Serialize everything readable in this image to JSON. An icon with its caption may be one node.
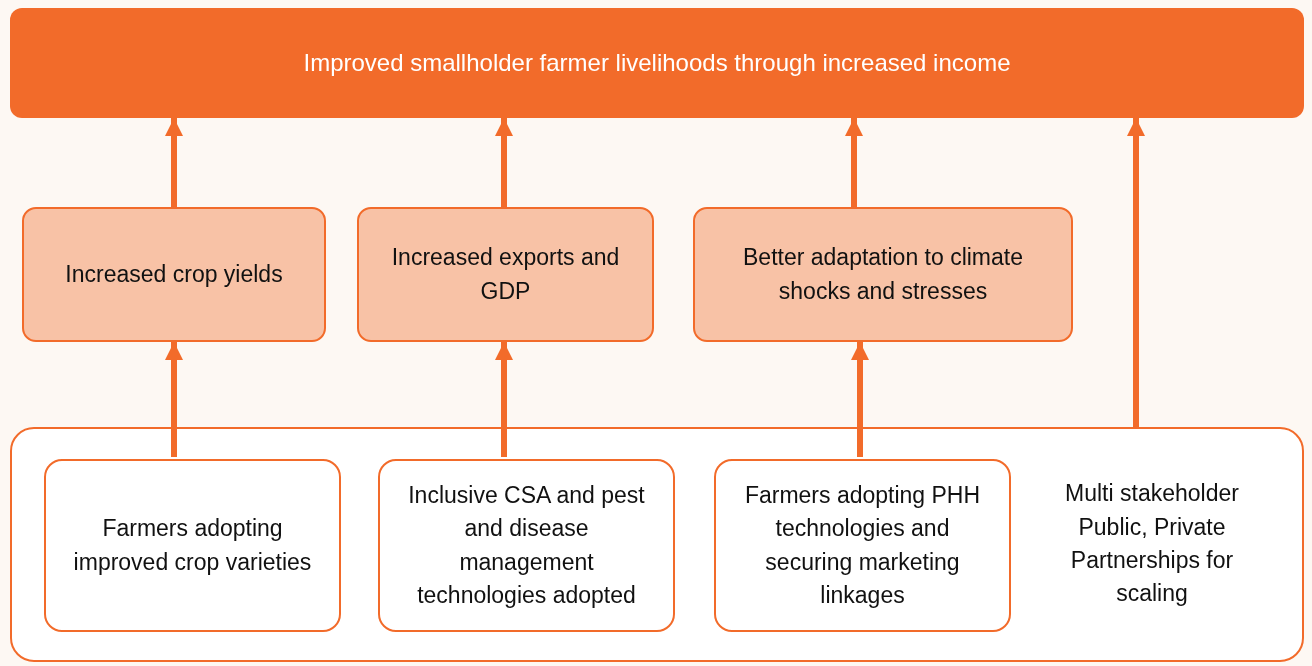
{
  "diagram": {
    "nodes": [
      {
        "text": [
          "Improved smallholder farmer livelihoods through increased income"
        ]
      },
      {
        "text": [
          "Increased crop yields"
        ]
      },
      {
        "text": [
          "Increased exports and GDP"
        ]
      },
      {
        "text": [
          "Better adaptation to climate shocks and stresses"
        ]
      },
      {
        "text": [
          "Multi stakeholder Public, Private Partnerships for scaling"
        ]
      },
      {
        "text": [
          "Farmers adopting improved crop varieties"
        ],
        "in": 4
      },
      {
        "text": [
          "Inclusive CSA and pest and disease management technologies adopted"
        ],
        "in": 4
      },
      {
        "text": [
          "Farmers adopting PHH technologies and securing marketing linkages"
        ],
        "in": 4
      }
    ],
    "edges": [
      {
        "from": 1,
        "to": 0,
        "arrow": "to"
      },
      {
        "from": 2,
        "to": 0,
        "arrow": "to"
      },
      {
        "from": 3,
        "to": 0,
        "arrow": "to"
      },
      {
        "from": 4,
        "to": 0,
        "arrow": "to"
      },
      {
        "from": 5,
        "to": 1,
        "arrow": "to"
      },
      {
        "from": 6,
        "to": 2,
        "arrow": "to"
      },
      {
        "from": 7,
        "to": 3,
        "arrow": "to"
      }
    ]
  }
}
